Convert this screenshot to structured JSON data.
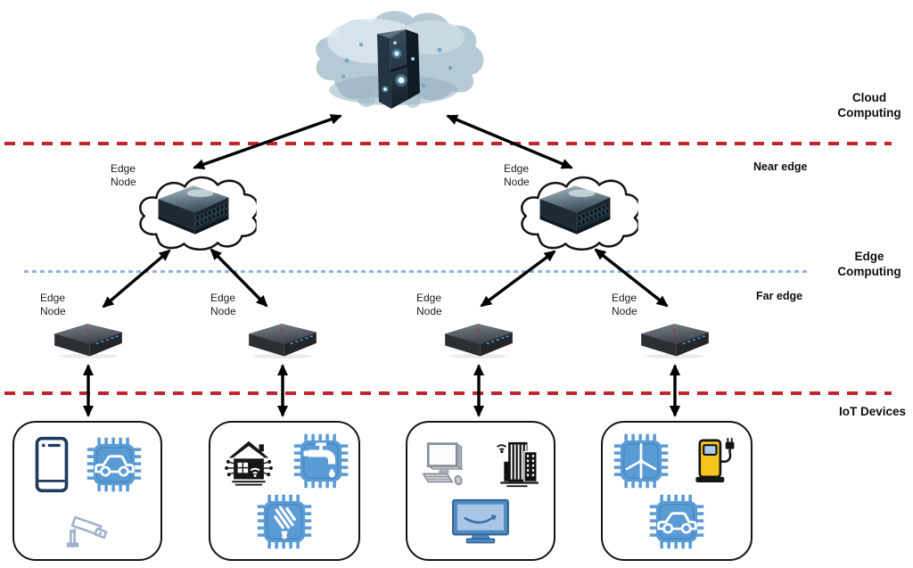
{
  "tier_labels": {
    "cloud_line1": "Cloud",
    "cloud_line2": "Computing",
    "near_edge": "Near edge",
    "edge_line1": "Edge",
    "edge_line2": "Computing",
    "far_edge": "Far edge",
    "iot": "IoT Devices"
  },
  "separators": {
    "cloud_edge_boundary": {
      "style": "dashed",
      "color": "#c2242c"
    },
    "near_far_boundary": {
      "style": "dotted",
      "color": "#8fb4e3"
    },
    "edge_iot_boundary": {
      "style": "dashed",
      "color": "#c2242c"
    }
  },
  "cloud_tier": {
    "node": "cloud-datacenter"
  },
  "near_edge_nodes": [
    {
      "label": "Edge Node",
      "icon": "rack-server-in-cloud"
    },
    {
      "label": "Edge Node",
      "icon": "rack-server-in-cloud"
    }
  ],
  "far_edge_nodes": [
    {
      "label": "Edge Node",
      "icon": "mini-pc"
    },
    {
      "label": "Edge Node",
      "icon": "mini-pc"
    },
    {
      "label": "Edge Node",
      "icon": "mini-pc"
    },
    {
      "label": "Edge Node",
      "icon": "mini-pc"
    }
  ],
  "iot_boxes": [
    {
      "icons": [
        "smartphone-icon",
        "chip-car-icon",
        "cctv-camera-icon"
      ]
    },
    {
      "icons": [
        "smart-home-icon",
        "chip-faucet-icon",
        "chip-bulb-icon"
      ]
    },
    {
      "icons": [
        "desktop-computer-icon",
        "smart-building-icon",
        "smart-tv-icon"
      ]
    },
    {
      "icons": [
        "chip-wind-turbine-icon",
        "ev-charger-icon",
        "chip-car-icon"
      ]
    }
  ],
  "colors": {
    "red_dashed_line": "#c2242c",
    "blue_dotted_line": "#8fb4e3",
    "chip_blue": "#5b9bd5",
    "charger_yellow": "#f6c51c",
    "tv_blue": "#4e8ac2",
    "phone_navy": "#1e3a5f",
    "camera_slate": "#9db1cb",
    "arrow_black": "#000000"
  }
}
